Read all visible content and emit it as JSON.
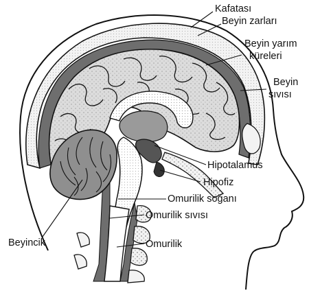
{
  "labels": {
    "kafatasi": "Kafatası",
    "beyin_zarlari": "Beyin zarları",
    "beyin_yarim_line1": "Beyin yarım",
    "beyin_yarim_line2": "küreleri",
    "beyin_sivisi_line1": "Beyin",
    "beyin_sivisi_line2": "sıvısı",
    "hipotalamus": "Hipotalamus",
    "hipofiz": "Hipofiz",
    "omurilik_sogani": "Omurilik soğanı",
    "omurilik_sivisi": "Omurilik sıvısı",
    "omurilik": "Omurilik",
    "beyincik": "Beyincik"
  },
  "colors": {
    "ink": "#111111",
    "skull": "#f3f3f3",
    "csf": "#6e6e6e",
    "brain": "#dcdcdc",
    "cerebellum": "#8f8f8f",
    "background": "#ffffff"
  }
}
